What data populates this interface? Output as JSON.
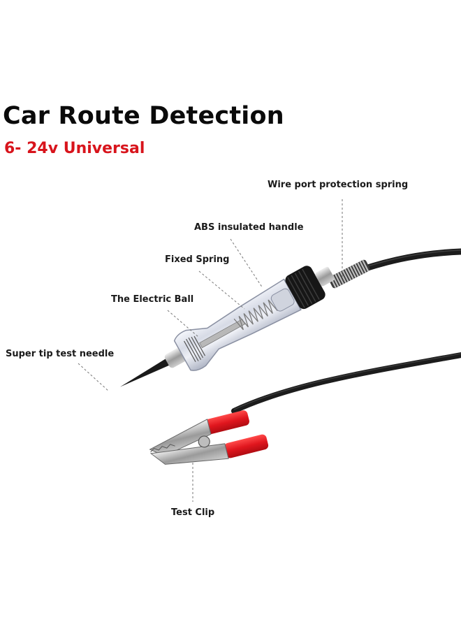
{
  "title": "Car Route Detection",
  "subtitle": "6- 24v Universal",
  "labels": {
    "wire_port": "Wire port protection spring",
    "abs_handle": "ABS insulated handle",
    "fixed_spring": "Fixed Spring",
    "electric_ball": "The Electric Ball",
    "test_needle": "Super tip test needle",
    "test_clip": "Test Clip"
  },
  "colors": {
    "title": "#0a0a0a",
    "subtitle": "#d8141c",
    "cable": "#1c1c1c",
    "clip_sleeve": "#e0161e"
  }
}
